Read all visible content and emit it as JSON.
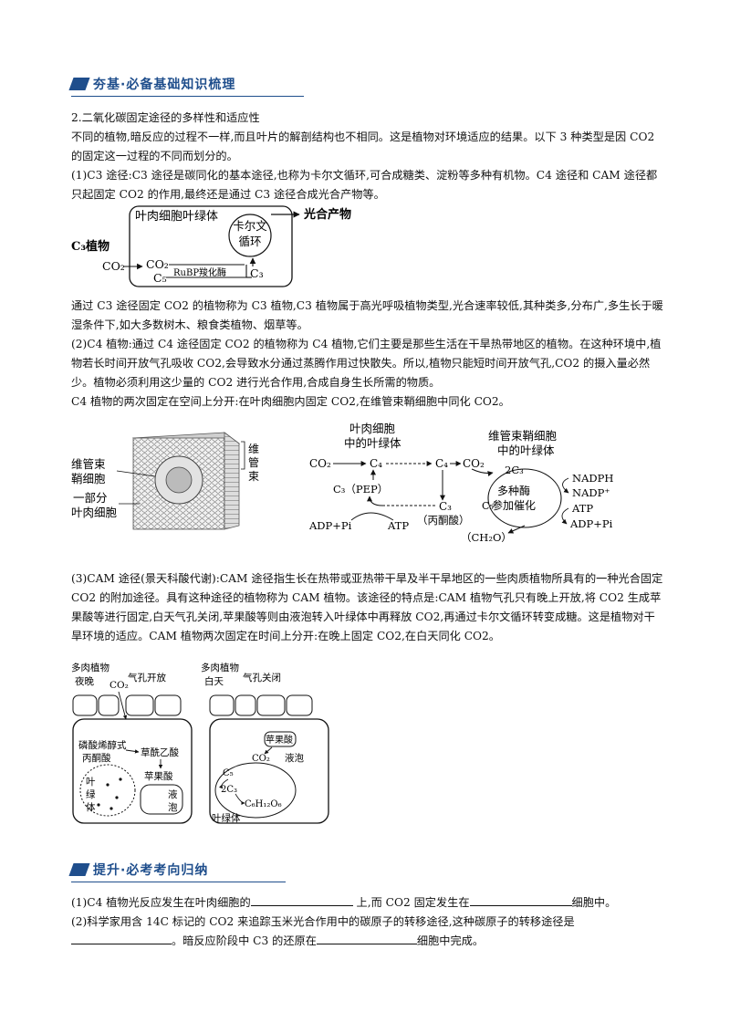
{
  "section1": {
    "title": "夯基·必备基础知识梳理"
  },
  "heading": "2.二氧化碳固定途径的多样性和适应性",
  "intro": "不同的植物,暗反应的过程不一样,而且叶片的解剖结构也不相同。这是植物对环境适应的结果。以下 3 种类型是因 CO2 的固定这一过程的不同而划分的。",
  "c3": {
    "desc": "(1)C3 途径:C3 途径是碳同化的基本途径,也称为卡尔文循环,可合成糖类、淀粉等多种有机物。C4 途径和 CAM 途径都只起固定 CO2 的作用,最终还是通过 C3 途径合成光合产物等。",
    "diagram": {
      "chloroplast": "叶肉细胞叶绿体",
      "calvin": [
        "卡尔文",
        "循环"
      ],
      "product": "光合产物",
      "plant": "C₃植物",
      "co2_in": "CO₂",
      "co2": "CO₂",
      "c5": "C₅",
      "enzyme": "RuBP羧化酶",
      "c3": "C₃"
    },
    "after": "通过 C3 途径固定 CO2 的植物称为 C3 植物,C3 植物属于高光呼吸植物类型,光合速率较低,其种类多,分布广,多生长于暖湿条件下,如大多数树木、粮食类植物、烟草等。"
  },
  "c4": {
    "desc": "(2)C4 植物:通过 C4 途径固定 CO2 的植物称为 C4 植物,它们主要是那些生活在干旱热带地区的植物。在这种环境中,植物若长时间开放气孔吸收 CO2,会导致水分通过蒸腾作用过快散失。所以,植物只能短时间开放气孔,CO2 的摄入量必然少。植物必须利用这少量的 CO2 进行光合作用,合成自身生长所需的物质。",
    "space": "C4 植物的两次固定在空间上分开:在叶肉细胞内固定 CO2,在维管束鞘细胞中同化 CO2。",
    "leaf_labels": {
      "bundle": [
        "维管束",
        "鞘细胞"
      ],
      "part": [
        "一部分",
        "叶肉细胞"
      ],
      "vascular": [
        "维",
        "管",
        "束"
      ]
    },
    "diagram": {
      "meso": [
        "叶肉细胞",
        "中的叶绿体"
      ],
      "sheath": [
        "维管束鞘细胞",
        "中的叶绿体"
      ],
      "co2_a": "CO₂",
      "c4_a": "C₄",
      "c4_b": "C₄",
      "co2_b": "CO₂",
      "pep": "C₃（PEP）",
      "c3_pyr": "C₃",
      "pyr": "（丙酮酸）",
      "adp": "ADP+Pi",
      "atp": "ATP",
      "c3_2": "2C₃",
      "enzyme": [
        "多种酶",
        "参加催化"
      ],
      "c5": "C₅",
      "ch2o": "（CH₂O）",
      "nadph": "NADPH",
      "nadp": "NADP⁺",
      "atp2": "ATP",
      "adp2": "ADP+Pi"
    }
  },
  "cam": {
    "desc": "(3)CAM 途径(景天科酸代谢):CAM 途径指生长在热带或亚热带干旱及半干旱地区的一些肉质植物所具有的一种光合固定 CO2 的附加途径。具有这种途径的植物称为 CAM 植物。该途径的特点是:CAM 植物气孔只有晚上开放,将 CO2 生成苹果酸等进行固定,白天气孔关闭,苹果酸等则由液泡转入叶绿体中再释放 CO2,再通过卡尔文循环转变成糖。这是植物对干旱环境的适应。CAM 植物两次固定在时间上分开:在晚上固定 CO2,在白天同化 CO2。",
    "night": {
      "plant": "多肉植物",
      "time": "夜晚",
      "co2": "CO₂",
      "stoma": "气孔开放",
      "pep": "磷酸烯醇式",
      "pyr": "丙酮酸",
      "oaa": "草酰乙酸",
      "malic": "苹果酸",
      "chloro": [
        "叶",
        "绿",
        "体"
      ],
      "vacuole": [
        "液",
        "泡"
      ]
    },
    "day": {
      "plant": "多肉植物",
      "time": "白天",
      "stoma": "气孔关闭",
      "malic": "苹果酸",
      "vacuole": "液泡",
      "co2": "CO₂",
      "c5": "C₅",
      "c3": "2C₃",
      "sugar": "C₆H₁₂O₆",
      "chloro": "叶绿体"
    }
  },
  "section2": {
    "title": "提升·必考考向归纳"
  },
  "q1": {
    "a": "(1)C4 植物光反应发生在叶肉细胞的",
    "b": "上,而 CO2 固定发生在",
    "c": "细胞中。"
  },
  "q2": {
    "a": "(2)科学家用含 14C 标记的 CO2 来追踪玉米光合作用中的碳原子的转移途径,这种碳原子的转移途径是",
    "b": "。暗反应阶段中 C3 的还原在",
    "c": "细胞中完成。"
  }
}
